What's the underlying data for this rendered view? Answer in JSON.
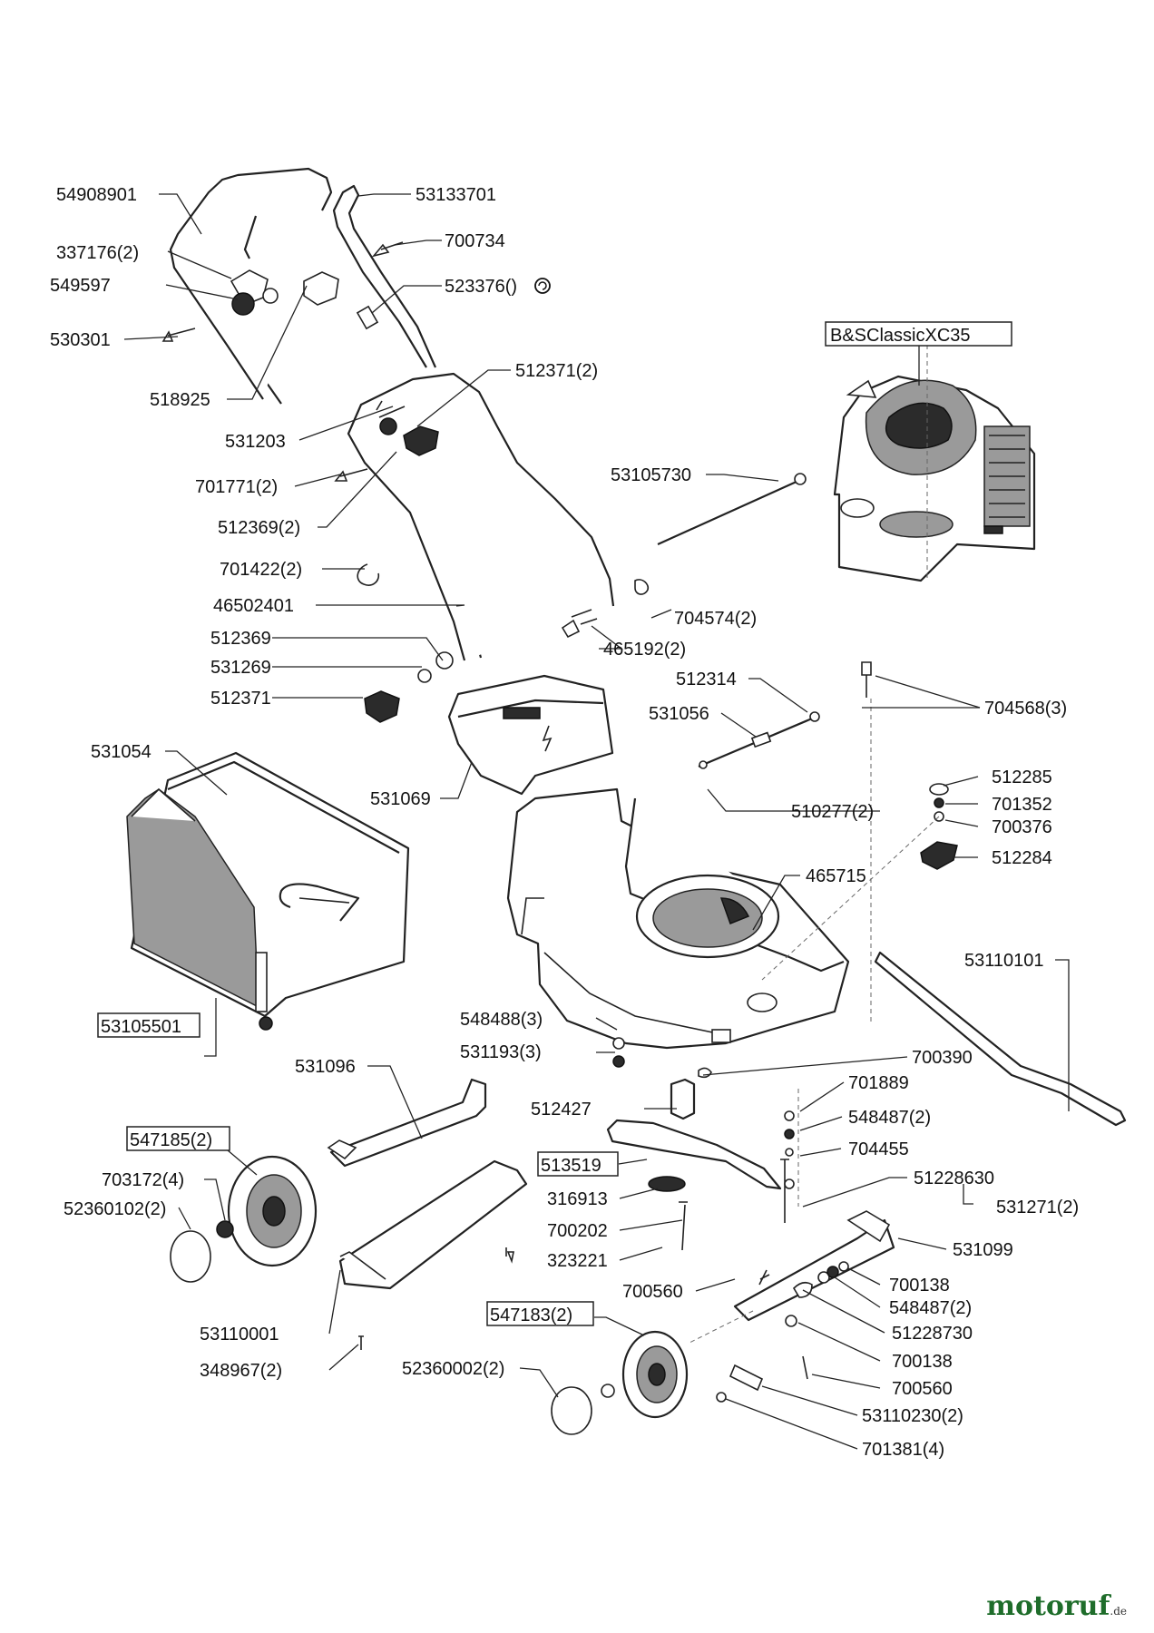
{
  "labels": {
    "l54908901": "54908901",
    "l53133701": "53133701",
    "l337176": "337176(2)",
    "l700734": "700734",
    "l549597": "549597",
    "l523376": "523376()",
    "l530301": "530301",
    "l518925": "518925",
    "l512371_2": "512371(2)",
    "l531203": "531203",
    "l701771": "701771(2)",
    "l512369_2": "512369(2)",
    "l701422": "701422(2)",
    "l46502401": "46502401",
    "l512369": "512369",
    "l531269": "531269",
    "l512371": "512371",
    "l53105730": "53105730",
    "l704574": "704574(2)",
    "l465192": "465192(2)",
    "l512314": "512314",
    "l531056": "531056",
    "l704568": "704568(3)",
    "l531054": "531054",
    "l531069": "531069",
    "l510277": "510277(2)",
    "l512285": "512285",
    "l701352": "701352",
    "l700376": "700376",
    "l512284": "512284",
    "l465715": "465715",
    "l53110101": "53110101",
    "l53105501": "53105501",
    "l548488": "548488(3)",
    "l531193": "531193(3)",
    "l700390": "700390",
    "l531096": "531096",
    "l701889": "701889",
    "l512427": "512427",
    "l548487_2": "548487(2)",
    "l547185": "547185(2)",
    "l513519": "513519",
    "l704455": "704455",
    "l703172": "703172(4)",
    "l51228630": "51228630",
    "l316913": "316913",
    "l531271": "531271(2)",
    "l52360102": "52360102(2)",
    "l700202": "700202",
    "l323221": "323221",
    "l531099": "531099",
    "l700560_a": "700560",
    "l700138_a": "700138",
    "l548487_b": "548487(2)",
    "l53110001": "53110001",
    "l547183": "547183(2)",
    "l51228730": "51228730",
    "l348967": "348967(2)",
    "l52360002": "52360002(2)",
    "l700138_b": "700138",
    "l700560_b": "700560",
    "l53110230": "53110230(2)",
    "l701381": "701381(4)",
    "engine": "B&SClassicXC35",
    "deck_mark": "⚡"
  },
  "watermark": {
    "brand": "motoruf",
    "tld": ".de",
    "color": "#1f6d2b"
  }
}
